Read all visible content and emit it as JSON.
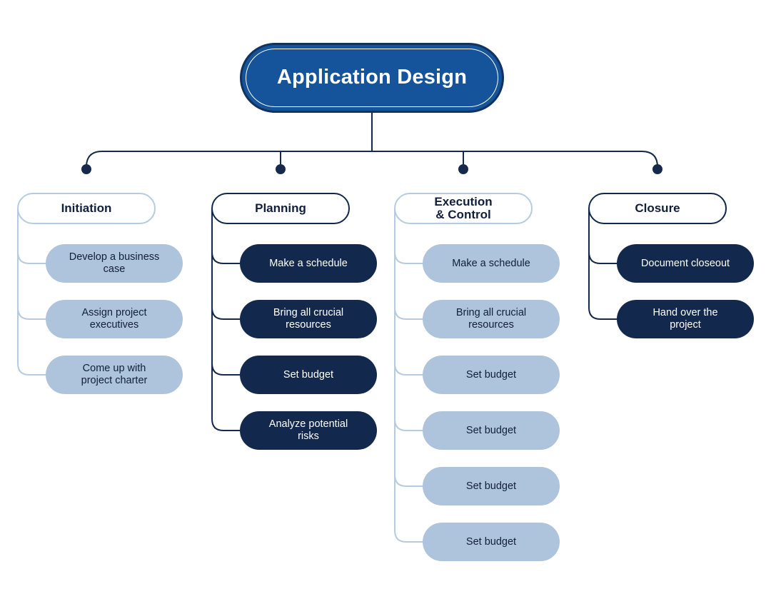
{
  "diagram": {
    "title": "Application Design",
    "type": "org-chart",
    "root": {
      "label": "Application Design",
      "fill": "#15539b",
      "border": "#10325e",
      "text_color": "#ffffff"
    },
    "colors": {
      "root_blue": "#15539b",
      "root_border_navy": "#10325e",
      "dark_navy": "#12284c",
      "light_blue": "#aec4dc",
      "light_border": "#b7cbe0",
      "connector_navy": "#16294a",
      "connector_light": "#b7cbe0",
      "background": "#ffffff"
    },
    "columns": [
      {
        "id": "initiation",
        "header": "Initiation",
        "style": "light",
        "items": [
          {
            "label": "Develop a business\ncase"
          },
          {
            "label": "Assign project\nexecutives"
          },
          {
            "label": "Come up with\nproject charter"
          }
        ]
      },
      {
        "id": "planning",
        "header": "Planning",
        "style": "dark",
        "items": [
          {
            "label": "Make a schedule"
          },
          {
            "label": "Bring all crucial\nresources"
          },
          {
            "label": "Set budget"
          },
          {
            "label": "Analyze potential\nrisks"
          }
        ]
      },
      {
        "id": "execution-control",
        "header": "Execution\n& Control",
        "style": "light",
        "items": [
          {
            "label": "Make a schedule"
          },
          {
            "label": "Bring all crucial\nresources"
          },
          {
            "label": "Set budget"
          },
          {
            "label": "Set budget"
          },
          {
            "label": "Set budget"
          },
          {
            "label": "Set budget"
          }
        ]
      },
      {
        "id": "closure",
        "header": "Closure",
        "style": "dark",
        "items": [
          {
            "label": "Document closeout"
          },
          {
            "label": "Hand over the\nproject"
          }
        ]
      }
    ]
  }
}
